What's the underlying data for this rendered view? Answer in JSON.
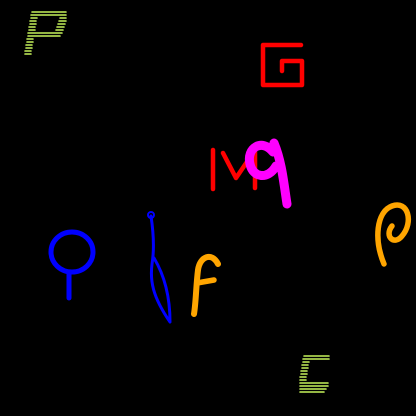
{
  "background": "#000000",
  "glyphs": [
    {
      "name": "striped-p-glyph",
      "color": "#c6f25a"
    },
    {
      "name": "square-spiral-glyph",
      "color": "#ff0000"
    },
    {
      "name": "bar-v-glyph",
      "color": "#ff0000"
    },
    {
      "name": "magenta-q-glyph",
      "color": "#ff00ff"
    },
    {
      "name": "orange-curl-glyph-right",
      "color": "#ffa500"
    },
    {
      "name": "blue-lollipop-glyph",
      "color": "#0000ff"
    },
    {
      "name": "blue-hook-glyph",
      "color": "#0000ff"
    },
    {
      "name": "orange-f-glyph",
      "color": "#ffa500"
    },
    {
      "name": "striped-c-glyph",
      "color": "#c6f25a"
    }
  ]
}
